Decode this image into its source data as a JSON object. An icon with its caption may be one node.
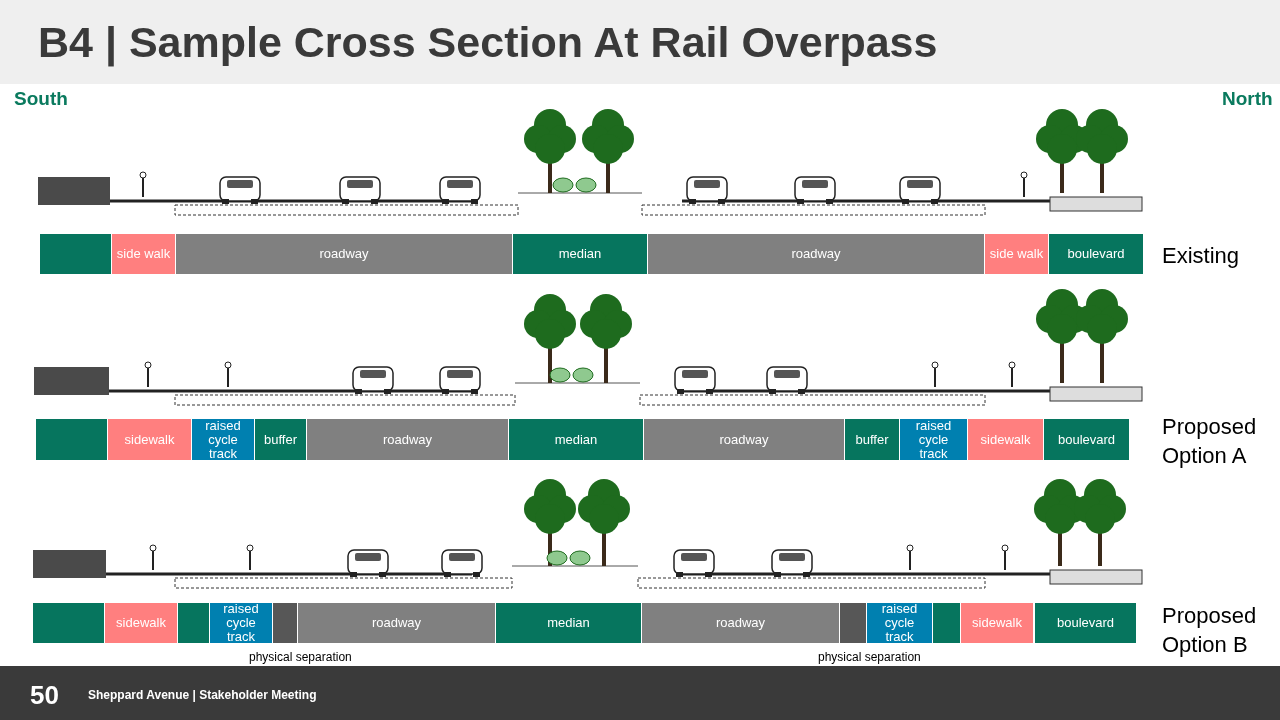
{
  "diagram": {
    "title": "B4 | Sample Cross Section At Rail Overpass",
    "nodes": [
      {
        "text": [],
        "shape": "box"
      },
      {
        "text": [
          "side walk"
        ]
      },
      {
        "text": [
          "roadway"
        ]
      },
      {
        "text": [
          "median"
        ]
      },
      {
        "text": [
          "roadway"
        ]
      },
      {
        "text": [
          "side walk"
        ]
      },
      {
        "text": [
          "boulevard"
        ]
      },
      {
        "text": [],
        "shape": "box"
      },
      {
        "text": [
          "sidewalk"
        ]
      },
      {
        "text": [
          "raised cycle track"
        ]
      },
      {
        "text": [
          "buffer"
        ]
      },
      {
        "text": [
          "roadway"
        ]
      },
      {
        "text": [
          "median"
        ]
      },
      {
        "text": [
          "roadway"
        ]
      },
      {
        "text": [
          "buffer"
        ]
      },
      {
        "text": [
          "raised cycle track"
        ]
      },
      {
        "text": [
          "sidewalk"
        ]
      },
      {
        "text": [
          "boulevard"
        ]
      },
      {
        "text": [],
        "shape": "box"
      },
      {
        "text": [
          "sidewalk"
        ]
      },
      {
        "text": [],
        "shape": "box"
      },
      {
        "text": [
          "raised cycle track"
        ]
      },
      {
        "text": [],
        "shape": "box"
      },
      {
        "text": [
          "roadway"
        ]
      },
      {
        "text": [
          "median"
        ]
      },
      {
        "text": [
          "roadway"
        ]
      },
      {
        "text": [],
        "shape": "box"
      },
      {
        "text": [
          "raised cycle track"
        ]
      },
      {
        "text": [],
        "shape": "box"
      },
      {
        "text": [
          "sidewalk"
        ]
      },
      {
        "text": [
          "boulevard"
        ]
      }
    ],
    "labels": [
      "South",
      "North",
      "Existing",
      "Proposed Option A",
      "Proposed Option B",
      "physical separation",
      "physical separation",
      "50",
      "Sheppard Avenue | Stakeholder Meeting"
    ]
  }
}
